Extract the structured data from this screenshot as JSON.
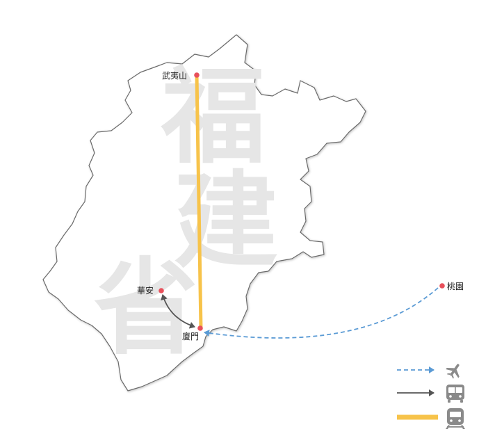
{
  "province": {
    "chars": [
      "福",
      "建",
      "省"
    ]
  },
  "cities": {
    "wuyishan": "武夷山",
    "huaan": "華安",
    "xiamen": "廈門",
    "taoyuan": "桃園"
  },
  "routes": [
    {
      "from": "武夷山",
      "to": "廈門",
      "mode": "train"
    },
    {
      "from": "華安",
      "to": "廈門",
      "mode": "bus"
    },
    {
      "from": "桃園",
      "to": "廈門",
      "mode": "flight"
    }
  ],
  "legend": [
    {
      "mode": "flight",
      "icon": "airplane-icon",
      "line": "dashed",
      "color": "#5b9bd5"
    },
    {
      "mode": "bus",
      "icon": "bus-icon",
      "line": "solid-arrow",
      "color": "#555555"
    },
    {
      "mode": "train",
      "icon": "train-icon",
      "line": "thick",
      "color": "#f7c34a"
    }
  ],
  "colors": {
    "outline": "#6b6b6b",
    "city_dot": "#e8505b",
    "flight": "#5b9bd5",
    "bus": "#555555",
    "train": "#f7c34a",
    "icon": "#8a8a8a",
    "watermark": "#e6e6e6"
  }
}
